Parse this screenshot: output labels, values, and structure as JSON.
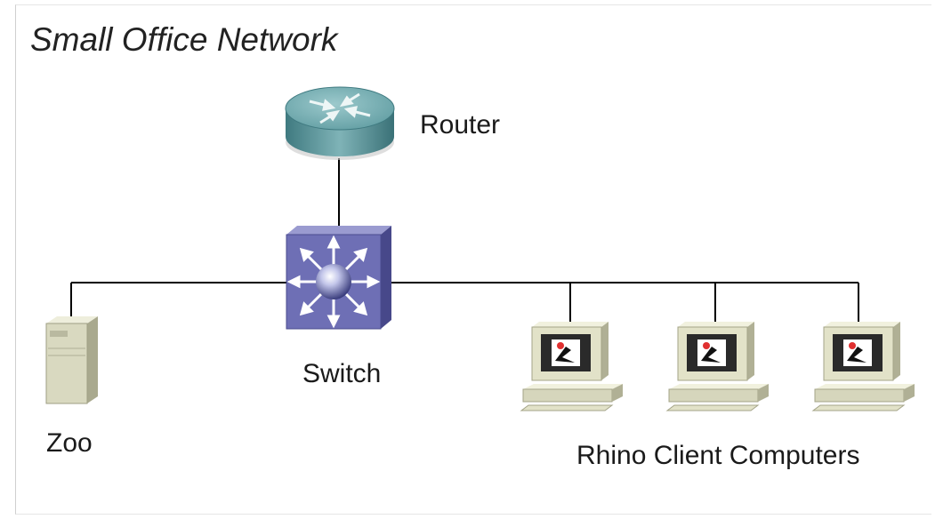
{
  "diagram": {
    "title": "Small Office Network",
    "nodes": {
      "router": {
        "label": "Router",
        "icon": "router-icon"
      },
      "switch": {
        "label": "Switch",
        "icon": "switch-icon"
      },
      "server": {
        "label": "Zoo",
        "icon": "server-tower-icon"
      },
      "clients": {
        "label": "Rhino Client Computers",
        "icon": "workstation-icon",
        "count": 3
      }
    },
    "colors": {
      "router_body": "#4f8f94",
      "switch_body": "#6e6fb5",
      "server_body": "#d9d9c0",
      "workstation_body": "#e2e2c8",
      "link": "#000000"
    }
  }
}
